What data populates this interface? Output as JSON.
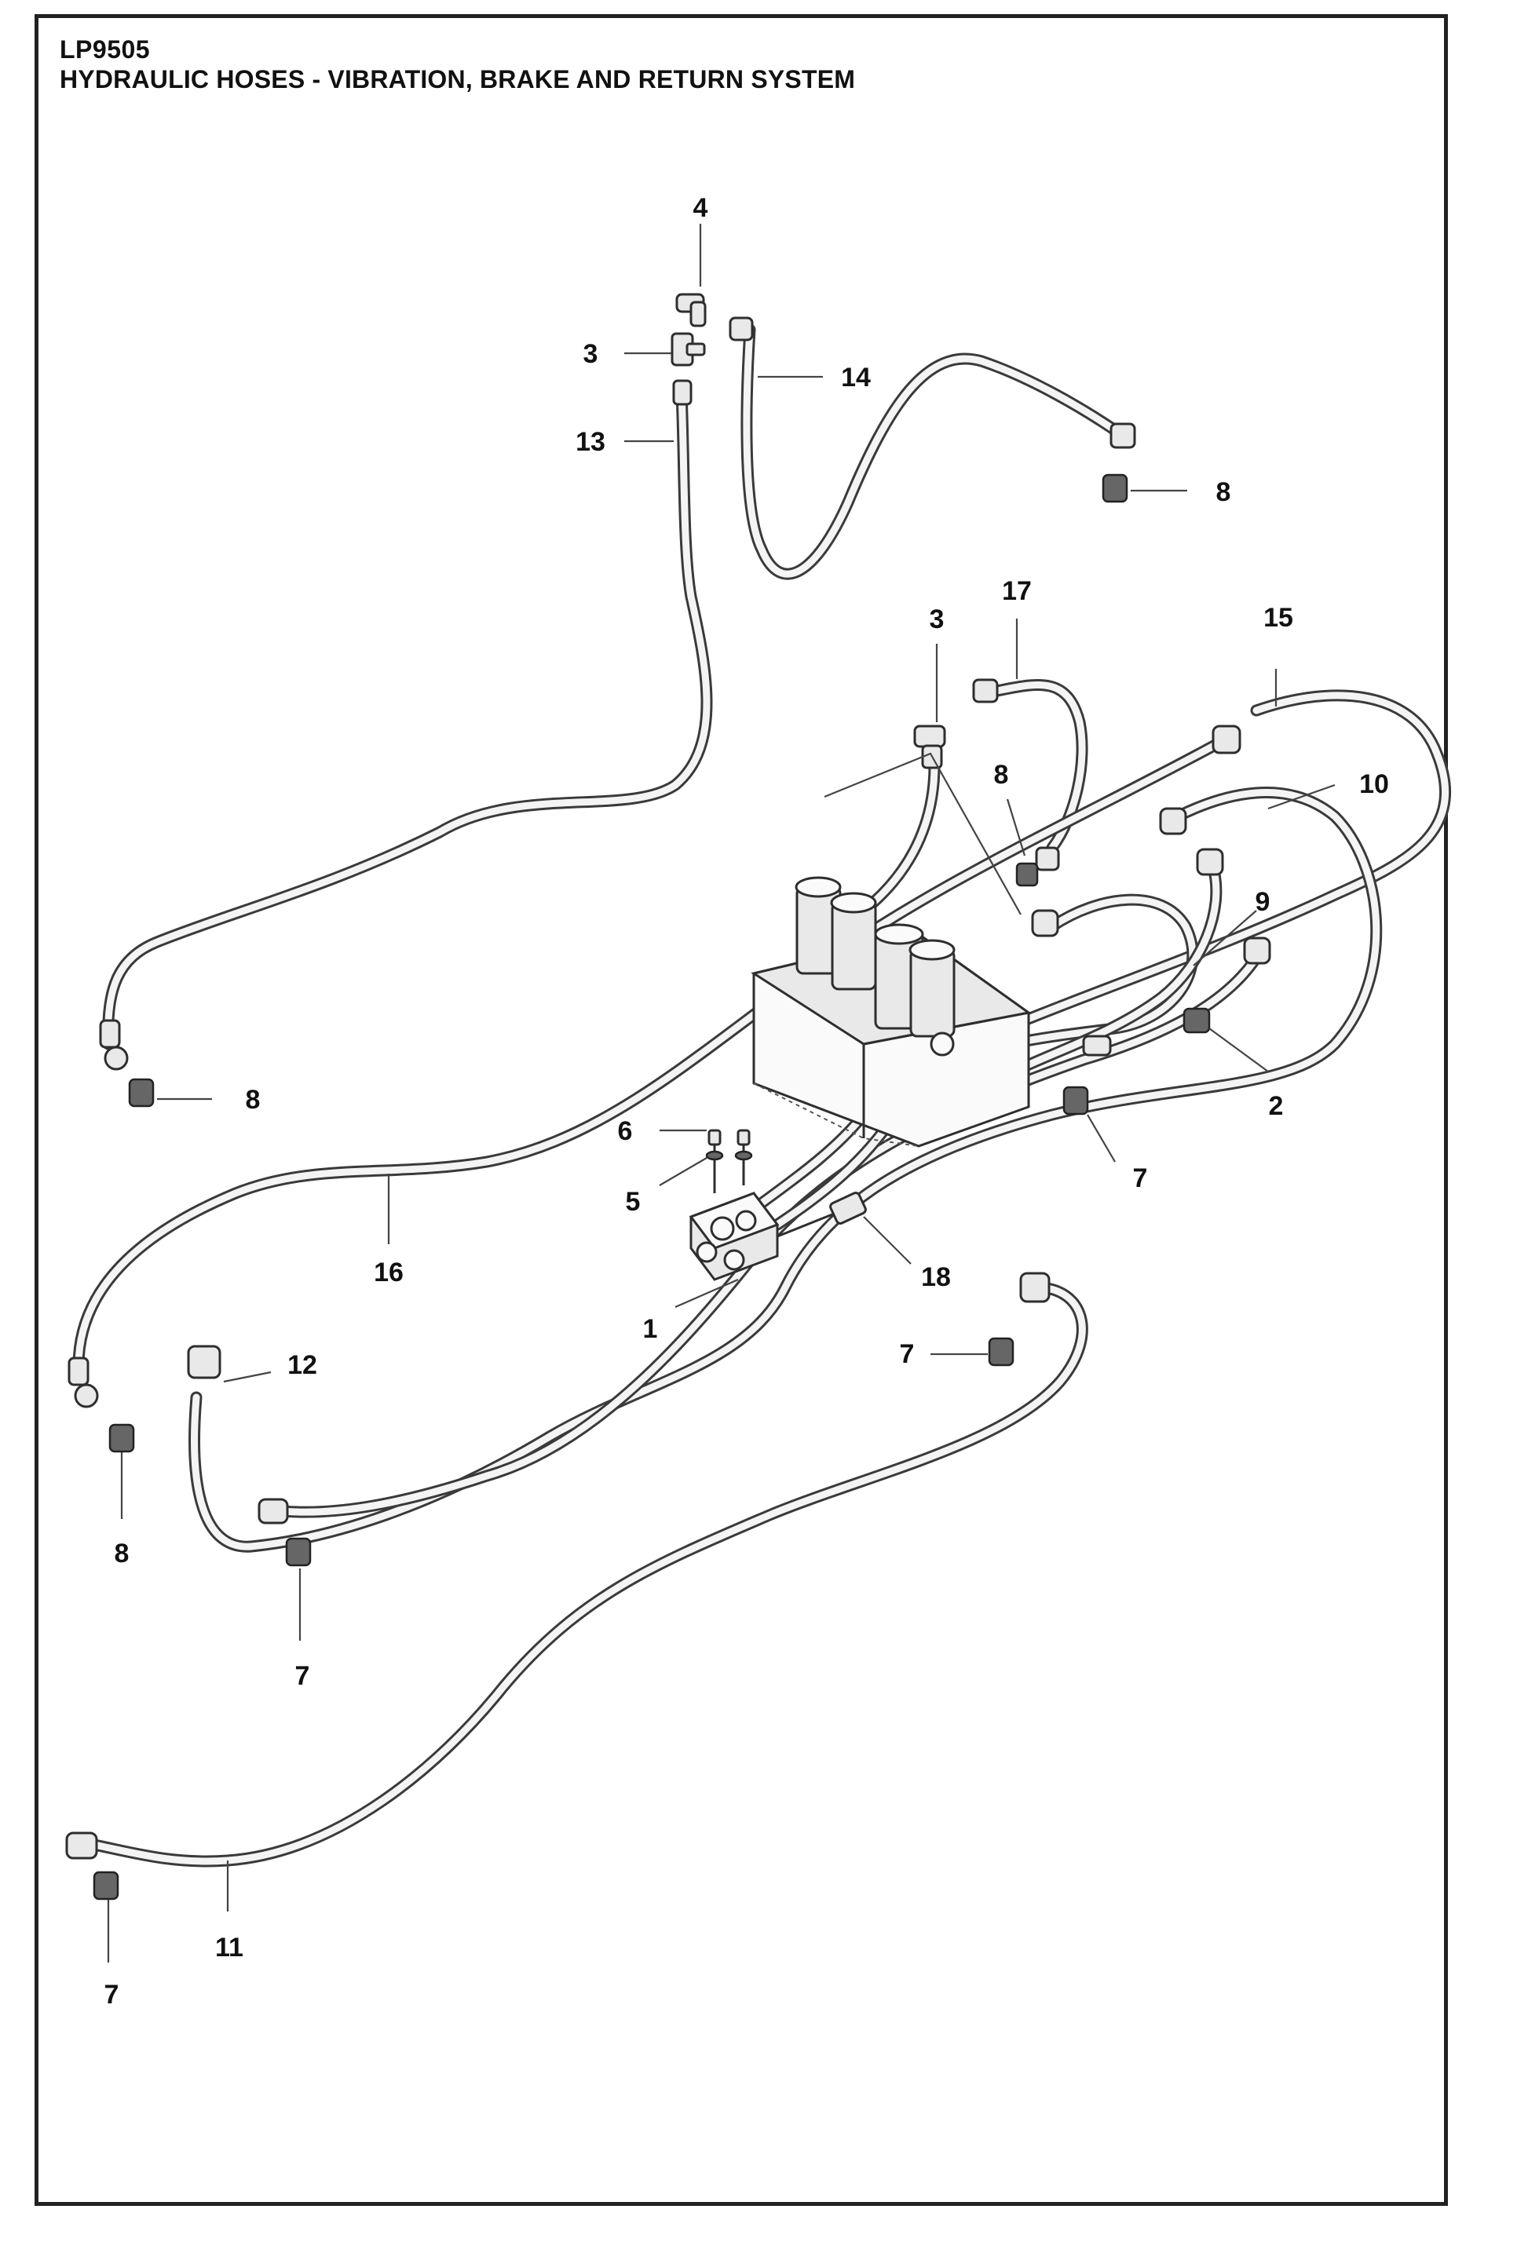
{
  "header": {
    "code": "LP9505",
    "title": "HYDRAULIC HOSES - VIBRATION, BRAKE AND RETURN SYSTEM"
  },
  "callouts": [
    {
      "id": "c-4",
      "label": "4"
    },
    {
      "id": "c-3a",
      "label": "3"
    },
    {
      "id": "c-14",
      "label": "14"
    },
    {
      "id": "c-13",
      "label": "13"
    },
    {
      "id": "c-8a",
      "label": "8"
    },
    {
      "id": "c-17",
      "label": "17"
    },
    {
      "id": "c-3b",
      "label": "3"
    },
    {
      "id": "c-15",
      "label": "15"
    },
    {
      "id": "c-8b",
      "label": "8"
    },
    {
      "id": "c-10",
      "label": "10"
    },
    {
      "id": "c-9",
      "label": "9"
    },
    {
      "id": "c-8c",
      "label": "8"
    },
    {
      "id": "c-2",
      "label": "2"
    },
    {
      "id": "c-6",
      "label": "6"
    },
    {
      "id": "c-7a",
      "label": "7"
    },
    {
      "id": "c-5",
      "label": "5"
    },
    {
      "id": "c-16",
      "label": "16"
    },
    {
      "id": "c-18",
      "label": "18"
    },
    {
      "id": "c-1",
      "label": "1"
    },
    {
      "id": "c-12",
      "label": "12"
    },
    {
      "id": "c-7b",
      "label": "7"
    },
    {
      "id": "c-8d",
      "label": "8"
    },
    {
      "id": "c-7c",
      "label": "7"
    },
    {
      "id": "c-11",
      "label": "11"
    },
    {
      "id": "c-7d",
      "label": "7"
    }
  ]
}
